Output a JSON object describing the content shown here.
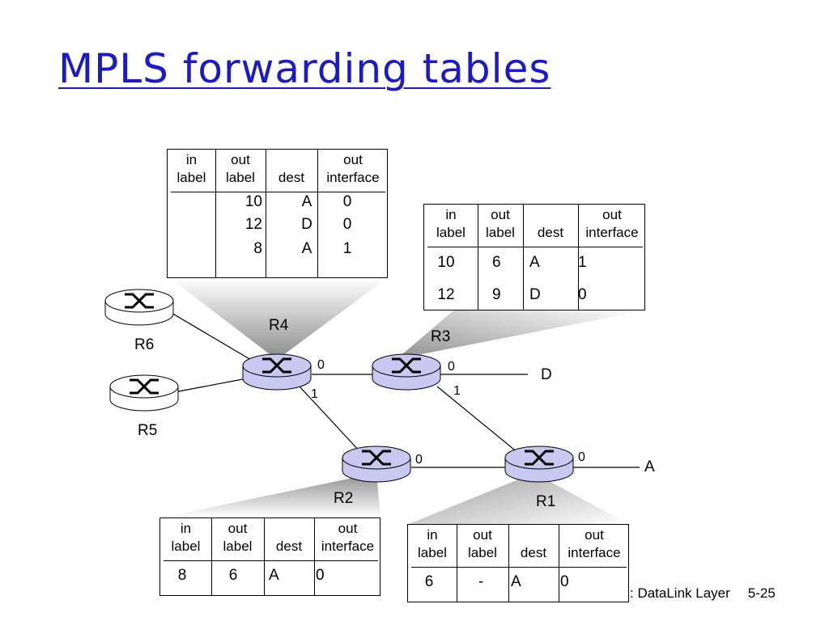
{
  "slide": {
    "title": "MPLS forwarding tables",
    "footer_text": ": DataLink Layer",
    "page_number": "5-25"
  },
  "routers": {
    "r1": "R1",
    "r2": "R2",
    "r3": "R3",
    "r4": "R4",
    "r5": "R5",
    "r6": "R6"
  },
  "destinations": {
    "a": "A",
    "d": "D"
  },
  "ports": {
    "r4_0": "0",
    "r4_1": "1",
    "r3_0": "0",
    "r3_1": "1",
    "r2_0": "0",
    "r1_0": "0"
  },
  "table_headers": {
    "in_top": "in",
    "in_bottom": "label",
    "out_top": "out",
    "out_bottom": "label",
    "dest": "dest",
    "iface_top": "out",
    "iface_bottom": "interface"
  },
  "tables": {
    "r4": {
      "rows": [
        {
          "in_label": "",
          "out_label": "10",
          "dest": "A",
          "out_interface": "0"
        },
        {
          "in_label": "",
          "out_label": "12",
          "dest": "D",
          "out_interface": "0"
        },
        {
          "in_label": "",
          "out_label": "8",
          "dest": "A",
          "out_interface": "1"
        }
      ]
    },
    "r3": {
      "rows": [
        {
          "in_label": "10",
          "out_label": "6",
          "dest": "A",
          "out_interface": "1"
        },
        {
          "in_label": "12",
          "out_label": "9",
          "dest": "D",
          "out_interface": "0"
        }
      ]
    },
    "r2": {
      "rows": [
        {
          "in_label": "8",
          "out_label": "6",
          "dest": "A",
          "out_interface": "0"
        }
      ]
    },
    "r1": {
      "rows": [
        {
          "in_label": "6",
          "out_label": "-",
          "dest": "A",
          "out_interface": "0"
        }
      ]
    }
  }
}
